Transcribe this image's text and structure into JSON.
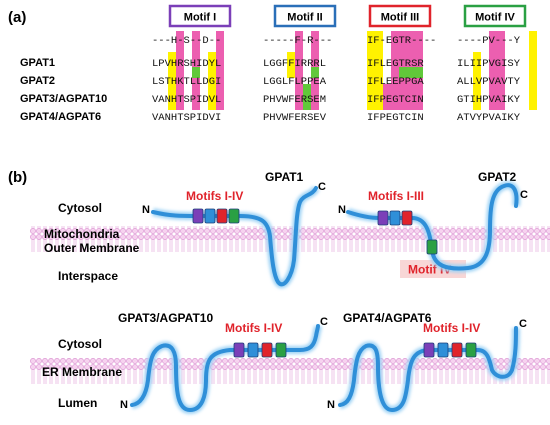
{
  "panel_a": {
    "panel_label": "(a)",
    "motifs": [
      {
        "label": "Motif I",
        "border": "#7b3fb8"
      },
      {
        "label": "Motif II",
        "border": "#2a6fb8"
      },
      {
        "label": "Motif III",
        "border": "#e0232b"
      },
      {
        "label": "Motif IV",
        "border": "#2aa043"
      }
    ],
    "consensus": [
      "---H-S--D--",
      "-----F-R---",
      "IF-EGTR----",
      "----PV---Y"
    ],
    "rows": [
      {
        "name": "GPAT1",
        "seqs": [
          "LPVHRSHIDYL",
          "LGGFFIRRRL",
          "IFLEGTRSR",
          "ILIIPVGISY"
        ]
      },
      {
        "name": "GPAT2",
        "seqs": [
          "LSTHKTLLDGI",
          "LGGLFLPPEA",
          "IFLEEPPGA",
          "ALLVPVAVTY"
        ]
      },
      {
        "name": "GPAT3/AGPAT10",
        "seqs": [
          "VANHTSPIDVL",
          "PHVWFERSEM",
          "IFPEGTCIN",
          "GTIHPVAIKY"
        ]
      },
      {
        "name": "GPAT4/AGPAT6",
        "seqs": [
          "VANHTSPIDVI",
          "PHVWFERSEV",
          "IFPEGTCIN",
          "ATVYPVAIKY"
        ]
      }
    ],
    "highlight_colors": {
      "magenta": "#ec5fb0",
      "yellow": "#fff200",
      "green": "#61c83a"
    }
  },
  "panel_b": {
    "panel_label": "(b)",
    "mito": {
      "title_left": "GPAT1",
      "title_right": "GPAT2",
      "cytosol": "Cytosol",
      "membrane_line1": "Mitochondria",
      "membrane_line2": "Outer Membrane",
      "interspace": "Interspace",
      "motif_label_1": "Motifs I-IV",
      "motif_label_2": "Motifs I-III",
      "motif_label_3": "Motif IV"
    },
    "er": {
      "title_left": "GPAT3/AGPAT10",
      "title_right": "GPAT4/AGPAT6",
      "cytosol": "Cytosol",
      "membrane": "ER Membrane",
      "lumen": "Lumen",
      "motif_label_1": "Motifs I-IV",
      "motif_label_2": "Motifs I-IV"
    },
    "n_term": "N",
    "c_term": "C",
    "colors": {
      "chain": "#2f8fd8",
      "membrane": "#e7a7dd",
      "motif_label": "#e0232b",
      "box_purple": "#7b3fb8",
      "box_blue": "#2a6fb8",
      "box_red": "#e0232b",
      "box_green": "#2aa043"
    }
  }
}
